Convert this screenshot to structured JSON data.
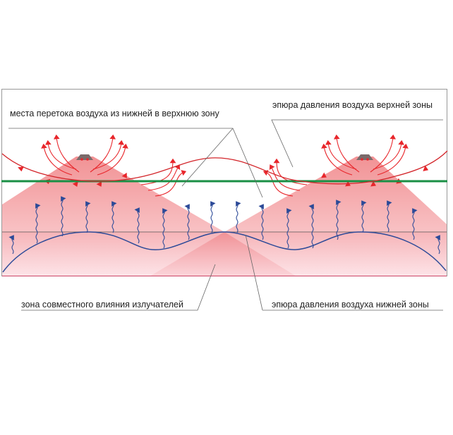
{
  "labels": {
    "overflow_places": "места перетока воздуха из нижней в верхнюю зону",
    "upper_pressure": "эпюра давления воздуха верхней зоны",
    "joint_zone": "зона совместного влияния излучателей",
    "lower_pressure": "эпюра давления воздуха нижней зоны"
  },
  "colors": {
    "heat": "#e8262b",
    "cone": "#f08a8c",
    "green_line": "#1a8f45",
    "blue": "#2c4a98",
    "frame": "#888888"
  },
  "heaters": [
    "heater-left",
    "heater-right"
  ]
}
